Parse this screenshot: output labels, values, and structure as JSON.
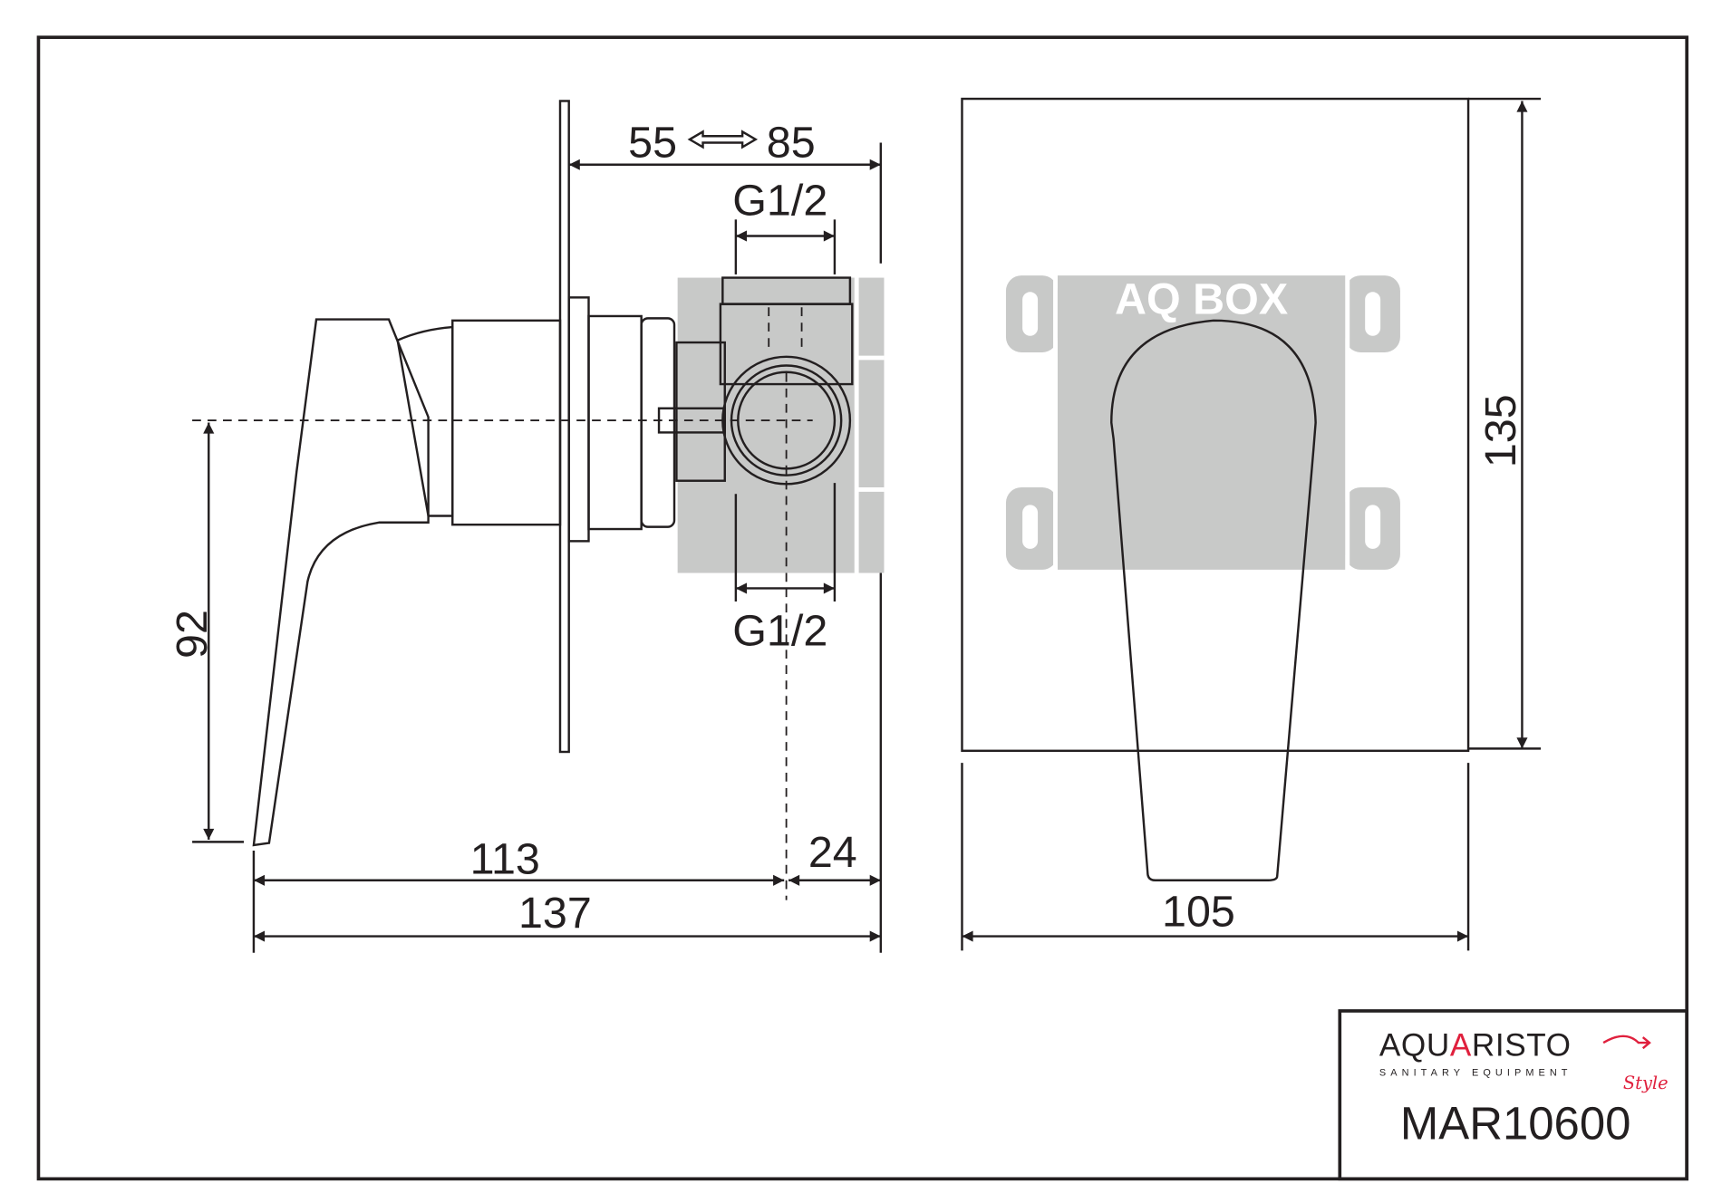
{
  "drawing": {
    "dims": {
      "depth_min": "55",
      "depth_max": "85",
      "thread_top": "G1/2",
      "thread_bottom": "G1/2",
      "height_axis": "92",
      "len_113": "113",
      "len_24": "24",
      "len_137": "137",
      "width_105": "105",
      "height_135": "135"
    },
    "box_label": "AQ BOX",
    "colors": {
      "line": "#231f20",
      "box": "#c8c9c8",
      "brand_red": "#e0203d"
    }
  },
  "title_block": {
    "brand": "AQUARISTO",
    "brand_sub": "SANITARY EQUIPMENT",
    "brand_script": "Style",
    "model": "MAR10600"
  }
}
